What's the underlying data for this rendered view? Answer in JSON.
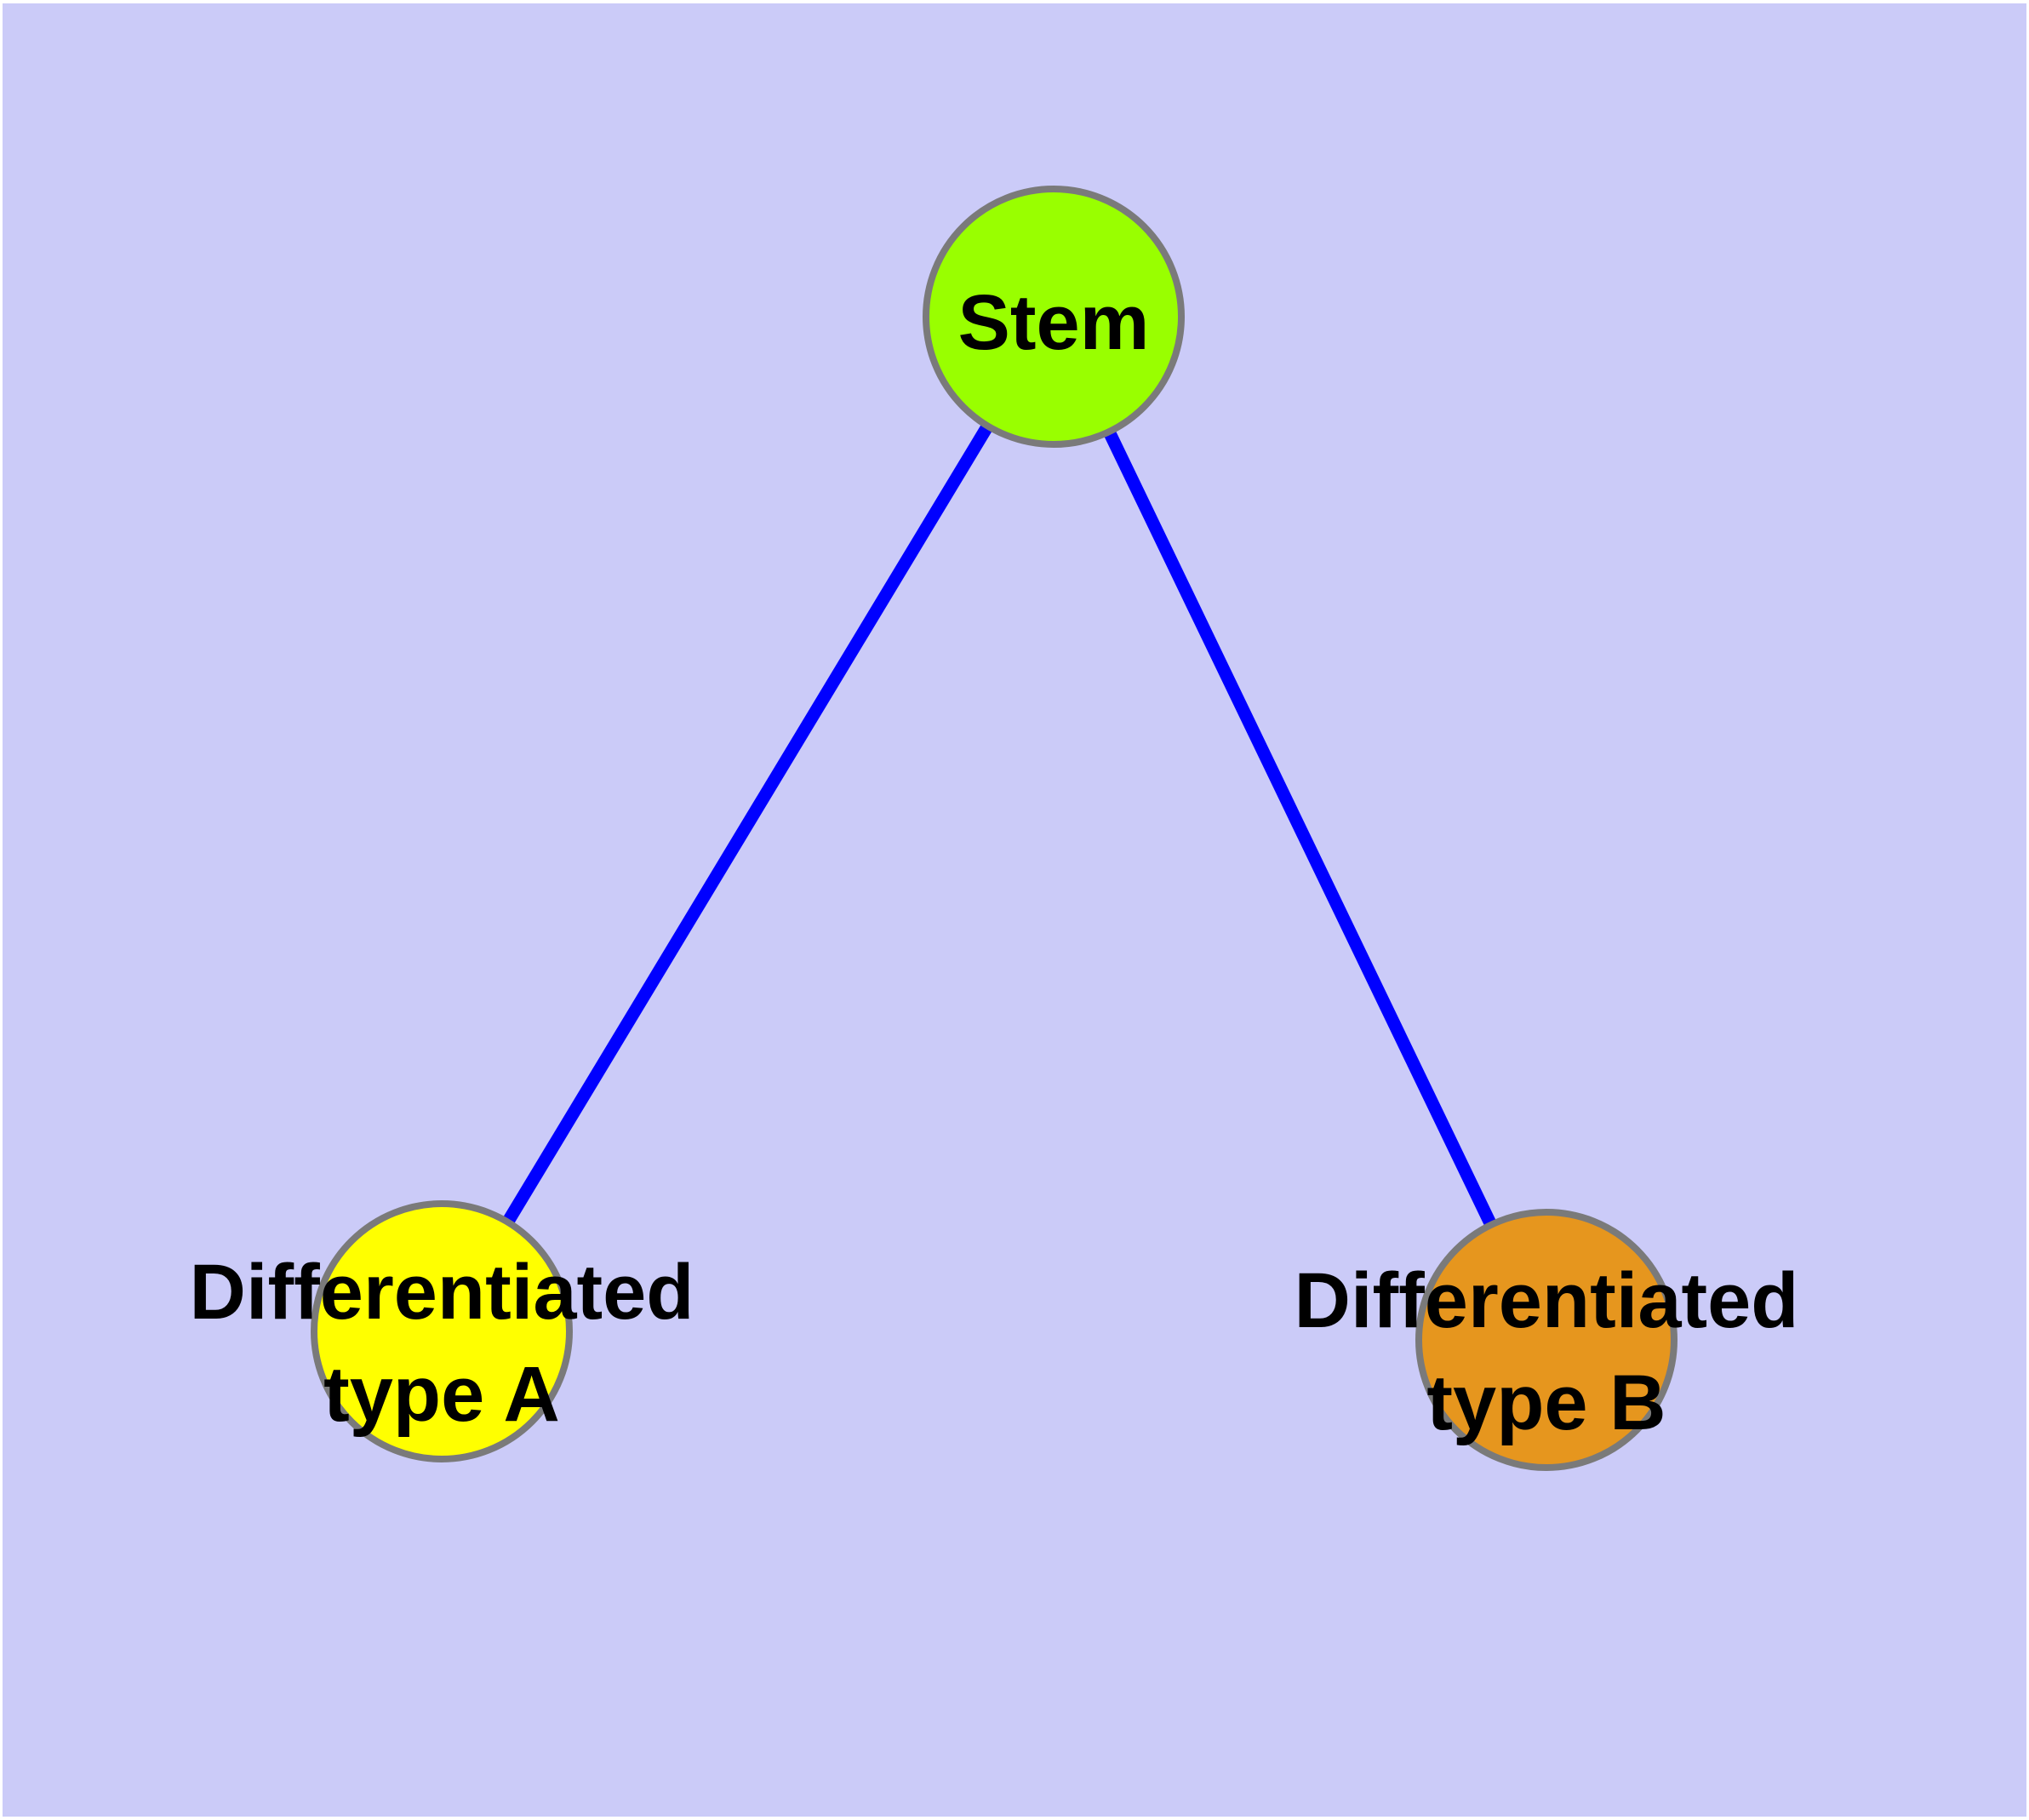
{
  "diagram": {
    "title": "Stem cell differentiation graph",
    "background_color": "#cbcbf8",
    "page_margin_color": "#ffffff",
    "edge_color": "#0000ff",
    "node_border_color": "#7a7a7a",
    "label_color": "#000000",
    "nodes": [
      {
        "id": "stem",
        "label": "Stem",
        "lines": [
          "Stem"
        ],
        "fill": "#99ff00"
      },
      {
        "id": "differentiated-type-a",
        "label": "Differentiated type A",
        "lines": [
          "Differentiated",
          "type A"
        ],
        "fill": "#ffff00"
      },
      {
        "id": "differentiated-type-b",
        "label": "Differentiated type B",
        "lines": [
          "Differentiated",
          "type B"
        ],
        "fill": "#e6961e"
      }
    ],
    "edges": [
      {
        "from": "stem",
        "to": "differentiated-type-a"
      },
      {
        "from": "stem",
        "to": "differentiated-type-b"
      }
    ]
  }
}
